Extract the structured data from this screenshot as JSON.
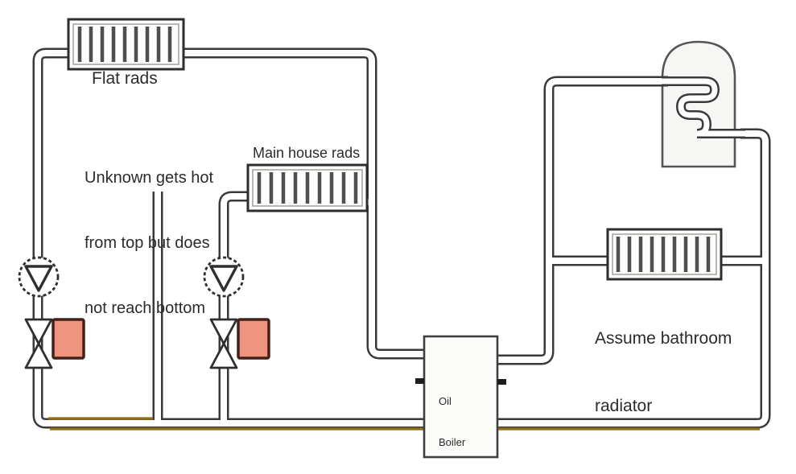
{
  "labels": {
    "flat_rads": "Flat rads",
    "note_line1": "Unknown gets hot",
    "note_line2": "from top but does",
    "note_line3": "not reach bottom",
    "main_house_rads": "Main house rads",
    "boiler_line1": "Oil",
    "boiler_line2": "Boiler",
    "bathroom_line1": "Assume bathroom",
    "bathroom_line2": "radiator"
  },
  "colors": {
    "pipe_outline": "#3a3a3a",
    "return_pipe_highlight": "#8f6e19",
    "valve_actuator_fill": "#ef947e",
    "valve_actuator_border": "#42211a",
    "background": "#ffffff",
    "text": "#2b2b2b"
  },
  "components": [
    {
      "name": "flat-radiator",
      "label": "Flat rads"
    },
    {
      "name": "main-house-radiator",
      "label": "Main house rads"
    },
    {
      "name": "bathroom-radiator",
      "label": "Assume bathroom radiator"
    },
    {
      "name": "oil-boiler",
      "label": "Oil Boiler"
    },
    {
      "name": "hot-water-cylinder-with-coil",
      "label": ""
    },
    {
      "name": "circulation-pump",
      "count": 2
    },
    {
      "name": "motorised-valve-with-actuator",
      "count": 2
    }
  ]
}
